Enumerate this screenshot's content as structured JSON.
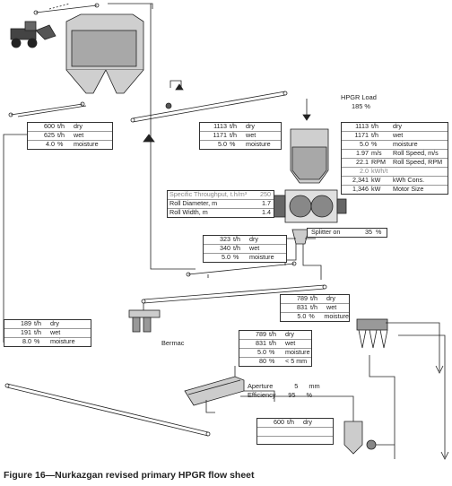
{
  "caption": "Figure 16—Nurkazgan revised primary HPGR flow sheet",
  "feed_stream": {
    "rows": [
      [
        "600",
        "t/h",
        "dry"
      ],
      [
        "625",
        "t/h",
        "wet"
      ],
      [
        "4.0",
        "%",
        "moisture"
      ]
    ]
  },
  "hpgr_feed_stream": {
    "rows": [
      [
        "1113",
        "t/h",
        "dry"
      ],
      [
        "1171",
        "t/h",
        "wet"
      ],
      [
        "5.0",
        "%",
        "moisture"
      ]
    ]
  },
  "hpgr_load": {
    "title": "HPGR Load",
    "value": "185 %"
  },
  "hpgr_params": {
    "rows": [
      [
        "1113",
        "t/h",
        "dry"
      ],
      [
        "1171",
        "t/h",
        "wet"
      ],
      [
        "5.0",
        "%",
        "moisture"
      ],
      [
        "1.97",
        "m/s",
        "Roll Speed, m/s"
      ],
      [
        "22.1",
        "RPM",
        "Roll Speed, RPM"
      ],
      [
        "2.0",
        "kWh/t",
        ""
      ],
      [
        "2,341",
        "kW",
        "kWh Cons."
      ],
      [
        "1,346",
        "kW",
        "Motor Size"
      ]
    ]
  },
  "specific_throughput": {
    "title": "Specific Throughput, t.h/m³",
    "title_value": "250",
    "rows": [
      [
        "Roll Diameter, m",
        "1.7"
      ],
      [
        "Roll Width, m",
        "1.4"
      ]
    ]
  },
  "splitter": {
    "label": "Splitter on",
    "value": "35",
    "unit": "%"
  },
  "split_stream": {
    "rows": [
      [
        "323",
        "t/h",
        "dry"
      ],
      [
        "340",
        "t/h",
        "wet"
      ],
      [
        "5.0",
        "%",
        "moisture"
      ]
    ]
  },
  "hpgr_product_stream": {
    "rows": [
      [
        "789",
        "t/h",
        "dry"
      ],
      [
        "831",
        "t/h",
        "wet"
      ],
      [
        "5.0",
        "%",
        "moisture"
      ]
    ]
  },
  "bypass_stream": {
    "rows": [
      [
        "189",
        "t/h",
        "dry"
      ],
      [
        "191",
        "t/h",
        "wet"
      ],
      [
        "8.0",
        "%",
        "moisture"
      ]
    ]
  },
  "bermac": {
    "label": "Bermac"
  },
  "screen_feed_stream": {
    "rows": [
      [
        "789",
        "t/h",
        "dry"
      ],
      [
        "831",
        "t/h",
        "wet"
      ],
      [
        "5.0",
        "%",
        "moisture"
      ],
      [
        "80",
        "%",
        "< 5 mm"
      ]
    ]
  },
  "screen": {
    "aperture_label": "Aperture",
    "aperture_value": "5",
    "aperture_unit": "mm",
    "efficiency_label": "Efficiency",
    "efficiency_value": "95",
    "efficiency_unit": "%"
  },
  "undersize_stream": {
    "rows": [
      [
        "600",
        "t/h",
        "dry"
      ],
      [
        "",
        "",
        " "
      ],
      [
        "",
        "",
        " "
      ]
    ]
  },
  "colors": {
    "line": "#222222",
    "hopper_fill": "#cfcfcf",
    "ore_fill": "#a8a8a8"
  }
}
